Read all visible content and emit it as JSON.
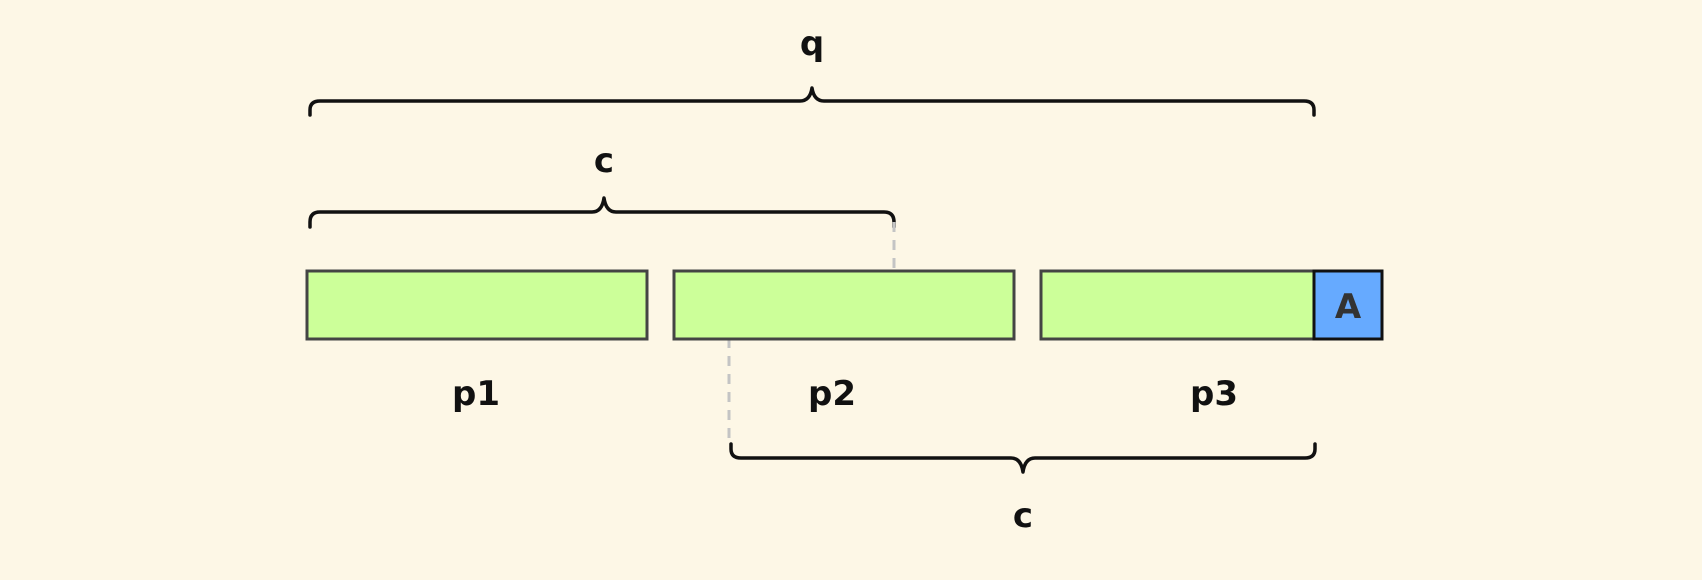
{
  "diagram": {
    "colors": {
      "background": "#fdf7e6",
      "segment_fill": "#ccff99",
      "segment_stroke": "#444444",
      "tail_fill": "#66aaff",
      "brace": "#111111",
      "guide": "#c4c4c4"
    },
    "segments": [
      {
        "label": "p1"
      },
      {
        "label": "p2"
      },
      {
        "label": "p3"
      }
    ],
    "tail_block": {
      "label": "A"
    },
    "braces": {
      "top_q": {
        "label": "q"
      },
      "upper_c": {
        "label": "c"
      },
      "lower_c": {
        "label": "c"
      }
    }
  }
}
